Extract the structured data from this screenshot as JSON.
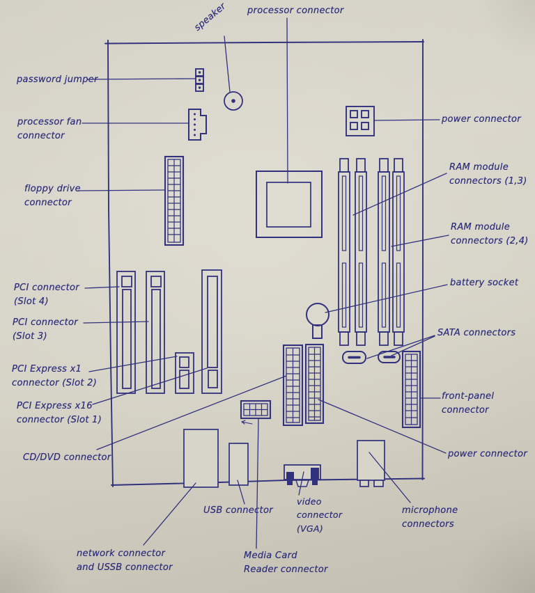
{
  "meta": {
    "description": "hand-drawn motherboard connector diagram on paper",
    "ink_color": "#31317d",
    "paper_color": "#d7d4c9"
  },
  "labels": {
    "speaker": "speaker",
    "processor_connector": "processor connector",
    "password_jumper": "password jumper",
    "processor_fan": [
      "processor fan",
      "connector"
    ],
    "floppy_drive": [
      "floppy drive",
      "connector"
    ],
    "pci_slot4": [
      "PCI connector",
      "(Slot 4)"
    ],
    "pci_slot3": [
      "PCI connector",
      "(Slot 3)"
    ],
    "pcie_x1": [
      "PCI Express x1",
      "connector (Slot 2)"
    ],
    "pcie_x16": [
      "PCI Express x16",
      "connector (Slot 1)"
    ],
    "cd_dvd": "CD/DVD connector",
    "power_top": "power connector",
    "ram_13": [
      "RAM module",
      "connectors (1,3)"
    ],
    "ram_24": [
      "RAM module",
      "connectors (2,4)"
    ],
    "battery": "battery socket",
    "sata": "SATA connectors",
    "front_panel": [
      "front-panel",
      "connector"
    ],
    "power_bottom": "power connector",
    "microphone": [
      "microphone",
      "connectors"
    ],
    "video_vga": [
      "video",
      "connector",
      "(VGA)"
    ],
    "usb": "USB connector",
    "network": [
      "network connector",
      "and USSB connector"
    ],
    "media_card": [
      "Media Card",
      "Reader connector"
    ]
  }
}
